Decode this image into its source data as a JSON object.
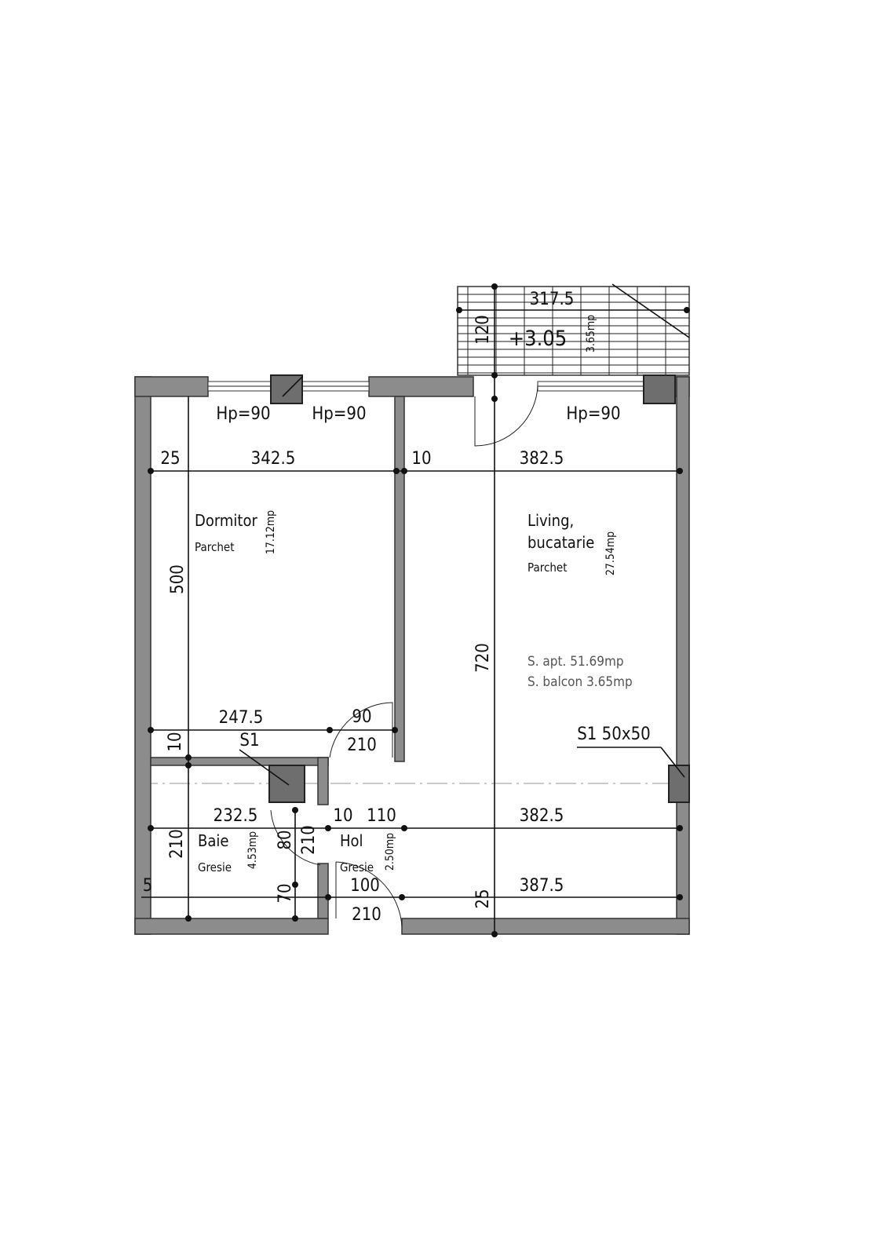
{
  "rooms": {
    "dormitor": {
      "name": "Dormitor",
      "floor": "Parchet",
      "area": "17.12mp"
    },
    "living": {
      "name_line1": "Living,",
      "name_line2": "bucatarie",
      "floor": "Parchet",
      "area": "27.54mp"
    },
    "baie": {
      "name": "Baie",
      "floor": "Gresie",
      "area": "4.53mp"
    },
    "hol": {
      "name": "Hol",
      "floor": "Gresie",
      "area": "2.50mp"
    },
    "balcon": {
      "level": "+3.05",
      "area": "3.65mp",
      "width": "317.5",
      "depth": "120"
    }
  },
  "windows": {
    "hp1": "Hp=90",
    "hp2": "Hp=90",
    "hp3": "Hp=90"
  },
  "dimensions": {
    "d25_top": "25",
    "d342": "342.5",
    "d10_top": "10",
    "d382_top": "382.5",
    "d500": "500",
    "d720": "720",
    "d247": "247.5",
    "d10_left": "10",
    "door1_w": "90",
    "door1_h": "210",
    "shaft1": "S1",
    "shaft2": "S1 50x50",
    "d232": "232.5",
    "d10_mid": "10",
    "d110": "110",
    "d382_mid": "382.5",
    "d210_baie": "210",
    "d80": "80",
    "d210_door": "210",
    "d5": "5",
    "d70": "70",
    "d100": "100",
    "d25_bottom": "25",
    "d387": "387.5",
    "door_entry_h": "210"
  },
  "summary": {
    "line1": "S. apt. 51.69mp",
    "line2": "S. balcon 3.65mp"
  },
  "colors": {
    "wall": "#8c8c8c",
    "shaft": "#6e6e6e"
  }
}
